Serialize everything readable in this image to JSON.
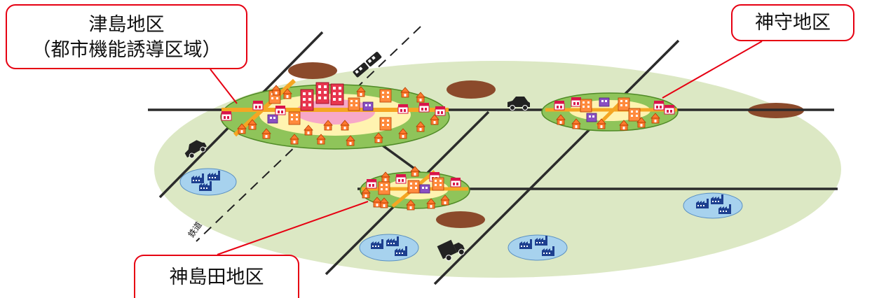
{
  "callouts": {
    "tsushima": {
      "line1": "津島地区",
      "line2": "（都市機能誘導区域）"
    },
    "kamimori": {
      "label": "神守地区"
    },
    "kamishimada": {
      "label": "神島田地区"
    }
  },
  "railway_label": "鉄道",
  "colors": {
    "region": "#dce8c4",
    "district_green": "#8fc45a",
    "district_yellow": "#fff3b0",
    "district_pink": "#f7a8c8",
    "road": "#2b2b2b",
    "main_street": "#f5a623",
    "brown_area": "#8b4a2b",
    "industrial_area": "#a7d2ee",
    "factory": "#1d3f8f",
    "house": "#ff7a2f",
    "shop": "#d9134a",
    "callout_border": "#e60012"
  },
  "icons": [
    "house-icon",
    "shop-icon",
    "building-icon",
    "factory-icon",
    "car-icon",
    "truck-icon",
    "train-icon"
  ]
}
